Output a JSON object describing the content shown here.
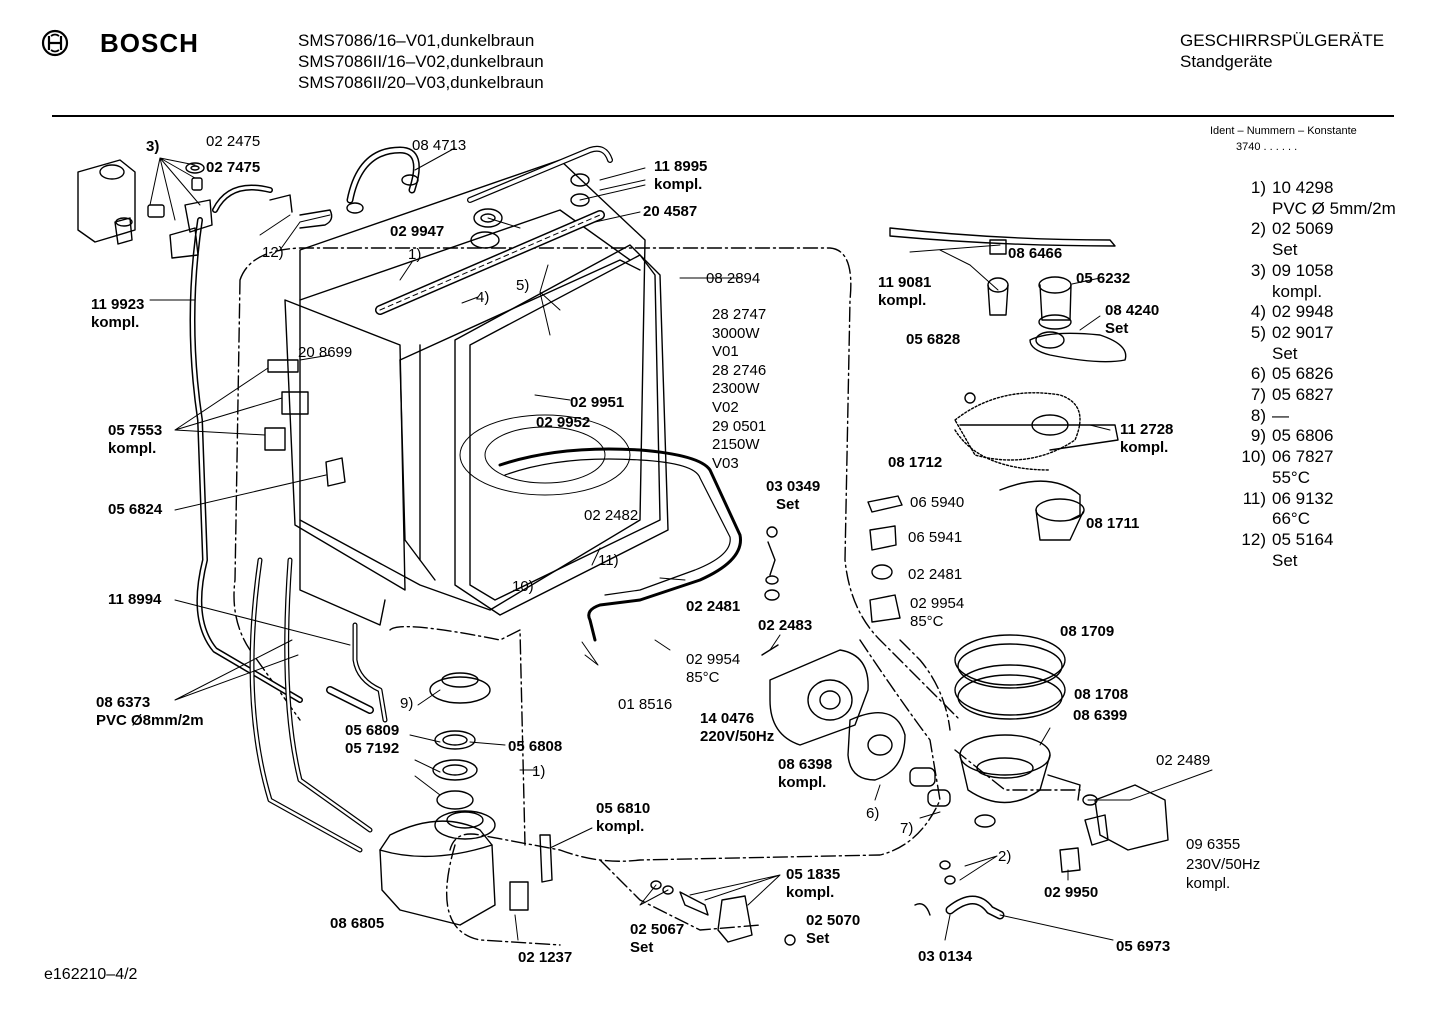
{
  "header": {
    "brand": "BOSCH",
    "models": [
      "SMS7086/16–V01,dunkelbraun",
      "SMS7086II/16–V02,dunkelbraun",
      "SMS7086II/20–V03,dunkelbraun"
    ],
    "category": "GESCHIRRSPÜLGERÄTE",
    "subcategory": "Standgeräte",
    "ident_title": "Ident – Nummern – Konstante",
    "ident_value": "3740  .  .  .  .  .  ."
  },
  "legend": [
    {
      "num": "1)",
      "code": "10 4298",
      "note": "PVC Ø 5mm/2m"
    },
    {
      "num": "2)",
      "code": "02 5069",
      "note": "Set"
    },
    {
      "num": "3)",
      "code": "09 1058",
      "note": "kompl."
    },
    {
      "num": "4)",
      "code": "02 9948",
      "note": ""
    },
    {
      "num": "5)",
      "code": "02 9017",
      "note": "Set"
    },
    {
      "num": "6)",
      "code": "05 6826",
      "note": ""
    },
    {
      "num": "7)",
      "code": "05 6827",
      "note": ""
    },
    {
      "num": "8)",
      "code": "—",
      "note": ""
    },
    {
      "num": "9)",
      "code": "05 6806",
      "note": ""
    },
    {
      "num": "10)",
      "code": "06 7827",
      "note": "55°C"
    },
    {
      "num": "11)",
      "code": "06 9132",
      "note": "66°C"
    },
    {
      "num": "12)",
      "code": "05 5164",
      "note": "Set"
    }
  ],
  "labels": {
    "l3": "3)",
    "p022475": "02 2475",
    "p027475": "02 7475",
    "p084713": "08 4713",
    "p118995": "11 8995",
    "kompl_a": "kompl.",
    "p029947": "02 9947",
    "p204587": "20 4587",
    "l12": "12)",
    "l1a": "1)",
    "l4": "4)",
    "l5": "5)",
    "p082894": "08 2894",
    "p119923": "11 9923",
    "kompl_b": "kompl.",
    "p208699": "20 8699",
    "h1": "28 2747",
    "h2": "3000W",
    "h3": "V01",
    "h4": "28 2746",
    "h5": "2300W",
    "h6": "V02",
    "h7": "29 0501",
    "h8": "2150W",
    "h9": "V03",
    "p029951": "02 9951",
    "p029952": "02 9952",
    "p057553": "05 7553",
    "kompl_c": "kompl.",
    "p056824": "05 6824",
    "p022482": "02 2482",
    "p030349": "03 0349",
    "set_a": "Set",
    "l11": "11)",
    "l10": "10)",
    "p118994": "11 8994",
    "p022481a": "02 2481",
    "p022483": "02 2483",
    "p029954a": "02 9954",
    "c85a": "85°C",
    "p018516": "01 8516",
    "p086373": "08 6373",
    "pvc8": "PVC Ø8mm/2m",
    "l9": "9)",
    "p056809": "05 6809",
    "p056808": "05 6808",
    "p057192": "05 7192",
    "l1b": "1)",
    "p140476": "14 0476",
    "v220": "220V/50Hz",
    "p056810": "05 6810",
    "kompl_d": "kompl.",
    "p086805": "08 6805",
    "p021237": "02 1237",
    "p025067": "02 5067",
    "set_b": "Set",
    "p051835": "05 1835",
    "kompl_e": "kompl.",
    "p025070": "02 5070",
    "set_c": "Set",
    "p086466": "08 6466",
    "p119081": "11 9081",
    "kompl_f": "kompl.",
    "p056232": "05 6232",
    "p084240": "08 4240",
    "set_d": "Set",
    "p056828": "05 6828",
    "p112728": "11 2728",
    "kompl_g": "kompl.",
    "p081712": "08 1712",
    "p065940": "06 5940",
    "p081711": "08 1711",
    "p065941": "06 5941",
    "p022481b": "02 2481",
    "p029954b": "02 9954",
    "c85b": "85°C",
    "p081709": "08 1709",
    "p081708": "08 1708",
    "p086399": "08 6399",
    "p086398": "08 6398",
    "kompl_h": "kompl.",
    "l6": "6)",
    "l7": "7)",
    "p022489": "02 2489",
    "p096355": "09 6355",
    "v230": "230V/50Hz",
    "kompl_i": "kompl.",
    "l2": "2)",
    "p029950": "02 9950",
    "p030134": "03 0134",
    "p056973": "05 6973"
  },
  "footer": "e162210–4/2"
}
